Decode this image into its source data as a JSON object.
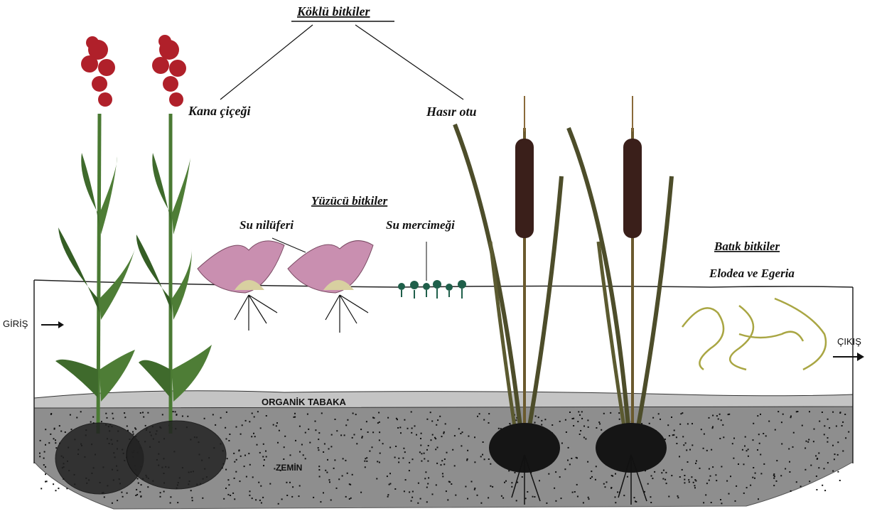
{
  "labels": {
    "rooted_title": "Köklü bitkiler",
    "kana": "Kana çiçeği",
    "hasir": "Hasır otu",
    "floating_title": "Yüzücü bitkiler",
    "nilufer": "Su nilüferi",
    "mercimek": "Su mercimeği",
    "submerged_title": "Batık bitkiler",
    "elodea": "Elodea ve Egeria",
    "giris": "GİRİŞ",
    "cikis": "ÇIKIŞ",
    "organik": "ORGANİK TABAKA",
    "zemin": "ZEMİN"
  },
  "icons": {
    "inlet": "right-arrow-icon",
    "outlet": "right-arrow-icon"
  },
  "colors": {
    "organic_layer": "#c4c4c4",
    "soil": "#8e8e8e",
    "kana_flower": "#b0202a",
    "leaf_green": "#3f6a2c",
    "cattail_head": "#3a1f1a",
    "lily_petal": "#c98fb0",
    "duckweed": "#1f5f4a",
    "elodea": "#a9a643"
  }
}
